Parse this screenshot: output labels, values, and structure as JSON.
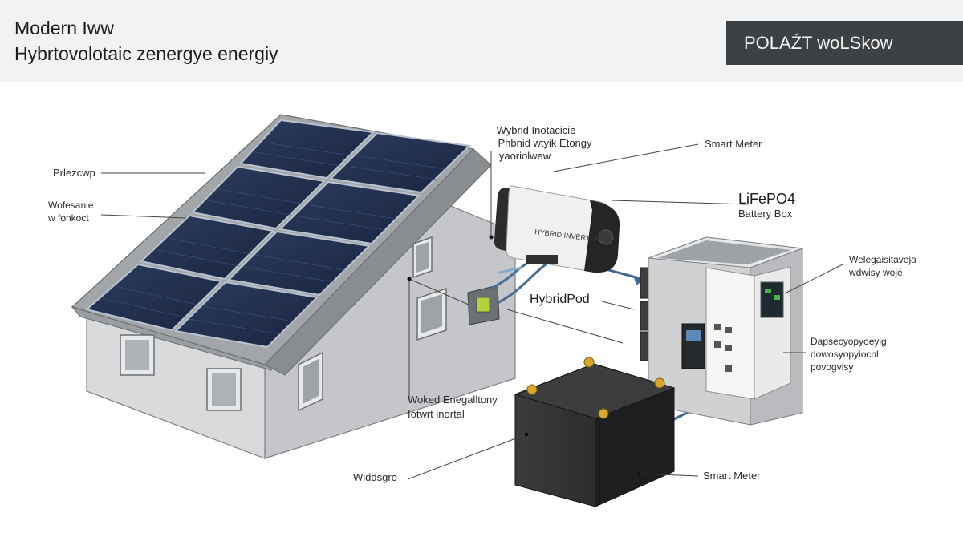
{
  "header": {
    "title_line1": "Modern Iww",
    "title_line2": "Hybrtovolotaic zenergye energiy",
    "tag": "POLAŹT woLSkow"
  },
  "device_labels": {
    "inverter_brand": "HYBRID INVERTER"
  },
  "callouts": {
    "roof": "Prlezcwp",
    "panel_line1": "Wofesanie",
    "panel_line2": "w fonkoct",
    "inverter_line1": "Wybrid Inotacicie",
    "inverter_line2": "Phbnid wtyik Etongy",
    "inverter_line3": "yaoriolwew",
    "smart_meter_top": "Smart Meter",
    "battery_box_line1": "LiFePO4",
    "battery_box_line2": "Battery Box",
    "hybrid_pod": "HybridPod",
    "cabinet_line1": "Welegaisitaveja",
    "cabinet_line2": "wdwisy wojé",
    "right_line1": "Dapsecyopyoeyig",
    "right_line2": "dowosyopyiocnl",
    "right_line3": "povogvisy",
    "house_line1": "Woked Enegalltony",
    "house_line2": "Iotwrt inortal",
    "ground": "Widdsgro",
    "smart_meter_bottom": "Smart Meter"
  }
}
